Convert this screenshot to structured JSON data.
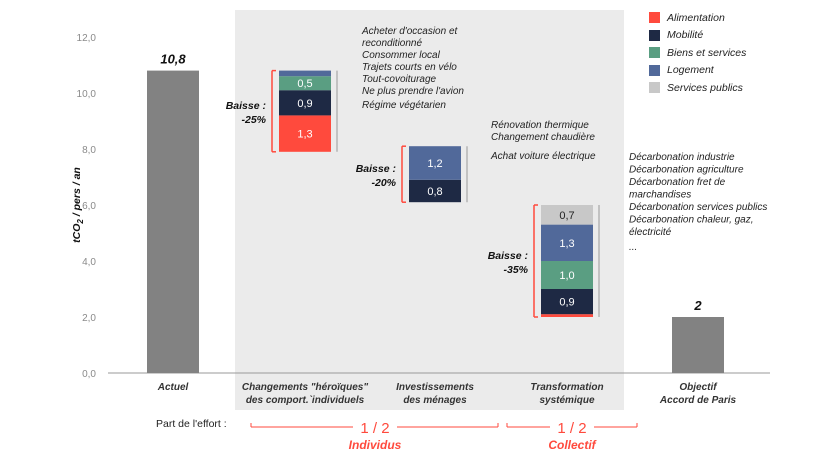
{
  "chart_data": {
    "type": "waterfall",
    "ylabel": "tCO2 / pers / an",
    "ylim": [
      0,
      12
    ],
    "yticks": [
      "0,0",
      "2,0",
      "4,0",
      "6,0",
      "8,0",
      "10,0",
      "12,0"
    ],
    "colors": {
      "Alimentation": "#ff4a3d",
      "Mobilité": "#1e2944",
      "Biens et services": "#5a9e82",
      "Logement": "#51699a",
      "Services publics": "#c8c8c8",
      "total": "#828282"
    },
    "legend": [
      "Alimentation",
      "Mobilité",
      "Biens et services",
      "Logement",
      "Services publics"
    ],
    "totals": [
      {
        "category": "Actuel",
        "value": 10.8,
        "label": "10,8"
      },
      {
        "category": "Objectif\nAccord de Paris",
        "value": 2,
        "label": "2"
      }
    ],
    "steps": [
      {
        "category": "Changements \"héroïques\"\ndes comport.`individuels",
        "top": 10.8,
        "baisse_label": "Baisse :",
        "baisse_value": "-25%",
        "segments": [
          {
            "sector": "Alimentation",
            "value": 1.3,
            "label": "1,3"
          },
          {
            "sector": "Mobilité",
            "value": 0.9,
            "label": "0,9"
          },
          {
            "sector": "Biens et services",
            "value": 0.5,
            "label": "0,5"
          },
          {
            "sector": "Logement",
            "value": 0.2,
            "label": ""
          }
        ],
        "annotations": [
          "Acheter d'occasion et",
          "reconditionné",
          "Consommer local",
          "Trajets courts en vélo",
          "Tout-covoiturage",
          "Ne plus prendre l'avion",
          "Régime végétarien"
        ]
      },
      {
        "category": "Investissements\ndes ménages",
        "top": 8.1,
        "baisse_label": "Baisse :",
        "baisse_value": "-20%",
        "segments": [
          {
            "sector": "Mobilité",
            "value": 0.8,
            "label": "0,8"
          },
          {
            "sector": "Logement",
            "value": 1.2,
            "label": "1,2"
          }
        ],
        "annotations": [
          "Rénovation thermique",
          "Changement chaudière",
          "Achat voiture électrique"
        ]
      },
      {
        "category": "Transformation\nsystémique",
        "top": 6.0,
        "baisse_label": "Baisse :",
        "baisse_value": "-35%",
        "segments": [
          {
            "sector": "Alimentation",
            "value": 0.1,
            "label": ""
          },
          {
            "sector": "Mobilité",
            "value": 0.9,
            "label": "0,9"
          },
          {
            "sector": "Biens et services",
            "value": 1.0,
            "label": "1,0"
          },
          {
            "sector": "Logement",
            "value": 1.3,
            "label": "1,3"
          },
          {
            "sector": "Services publics",
            "value": 0.7,
            "label": "0,7"
          }
        ],
        "annotations": [
          "Décarbonation industrie",
          "Décarbonation agriculture",
          "Décarbonation fret de",
          "marchandises",
          "Décarbonation services publics",
          "Décarbonation chaleur, gaz,",
          "électricité",
          "..."
        ]
      }
    ],
    "effort": {
      "label": "Part de l'effort :",
      "groups": [
        {
          "fraction": "1/2",
          "name": "Individus"
        },
        {
          "fraction": "1/2",
          "name": "Collectif"
        }
      ],
      "color": "#ff4a3d"
    }
  }
}
